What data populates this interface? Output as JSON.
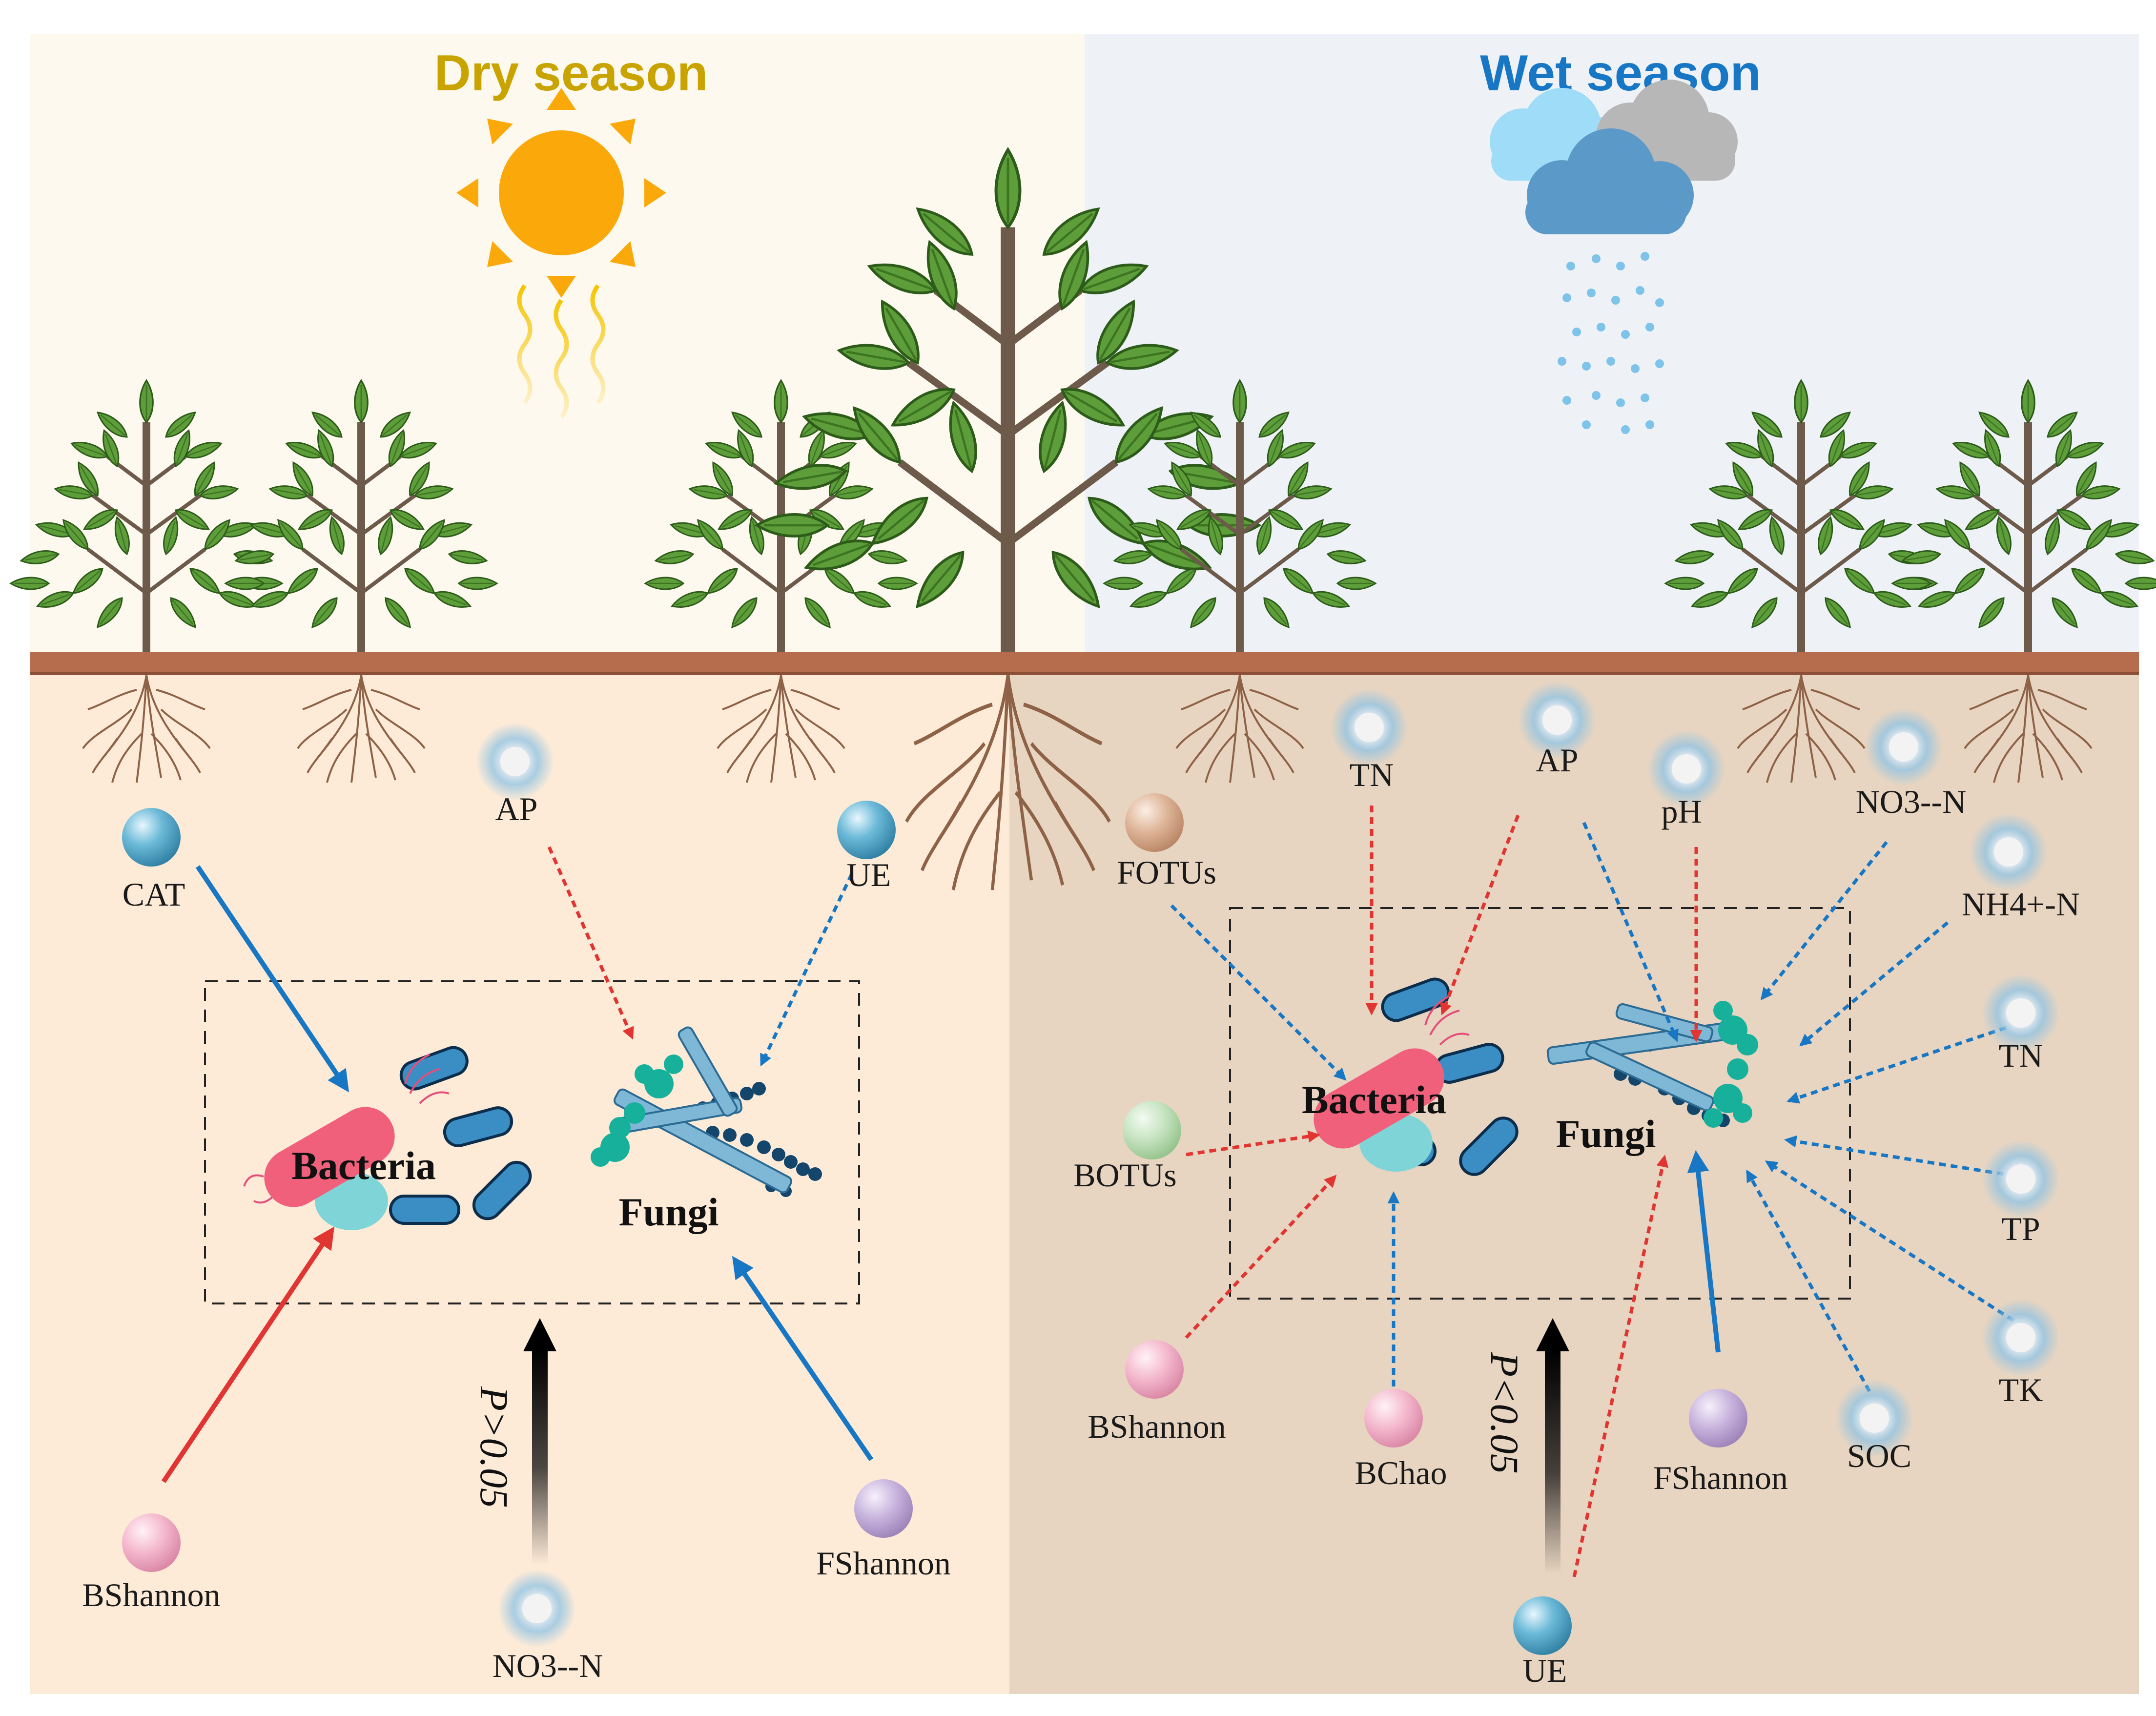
{
  "dry": {
    "title": "Dry season",
    "bacteria_label": "Bacteria",
    "fungi_label": "Fungi",
    "p_label": "P>0.05",
    "nodes": {
      "cat": "CAT",
      "ap": "AP",
      "ue": "UE",
      "bshannon": "BShannon",
      "fshannon": "FShannon",
      "no3": "NO3--N"
    }
  },
  "wet": {
    "title": "Wet season",
    "bacteria_label": "Bacteria",
    "fungi_label": "Fungi",
    "p_label": "P<0.05",
    "nodes": {
      "tn_top": "TN",
      "ap": "AP",
      "ph": "pH",
      "no3": "NO3--N",
      "nh4": "NH4+-N",
      "fotus": "FOTUs",
      "botus": "BOTUs",
      "tn_right": "TN",
      "tp": "TP",
      "tk": "TK",
      "soc": "SOC",
      "bshannon": "BShannon",
      "bchao": "BChao",
      "fshannon": "FShannon",
      "ue": "UE"
    }
  },
  "colors": {
    "dry_title": "#C9A400",
    "wet_title": "#1877C4",
    "positive": "#E03530",
    "negative": "#1877C4",
    "dry_sky": "#FEF9EE",
    "wet_sky": "#EEF2F7",
    "dry_soil": "#FDEBD8",
    "wet_soil": "#E8D5C1",
    "ground": "#B56D4E"
  },
  "icons": [
    "sun-icon",
    "cloud-rain-icon",
    "tree-icon",
    "root-icon",
    "bacteria-icon",
    "fungi-icon",
    "bubble-icon"
  ]
}
